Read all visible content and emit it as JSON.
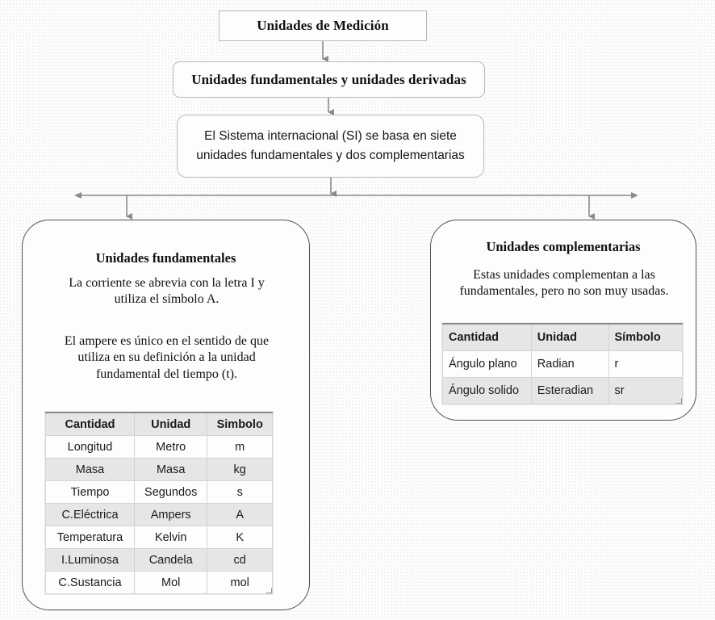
{
  "diagram": {
    "title": "Unidades de Medición",
    "root": {
      "label": "Unidades de Medición"
    },
    "level2": {
      "label": "Unidades fundamentales y unidades derivadas"
    },
    "level3": {
      "line1": "El Sistema internacional (SI) se basa en siete",
      "line2": "unidades fundamentales y dos complementarias"
    },
    "branches": {
      "left": {
        "heading": "Unidades fundamentales",
        "paragraph1_line1": "La corriente se abrevia con la letra I y",
        "paragraph1_line2": "utiliza el símbolo A.",
        "paragraph2_line1": "El ampere es único en el sentido de que",
        "paragraph2_line2": "utiliza en su definición a la unidad",
        "paragraph2_line3": "fundamental del tiempo (t).",
        "table": {
          "headers": [
            "Cantidad",
            "Unidad",
            "Simbolo"
          ],
          "rows": [
            [
              "Longitud",
              "Metro",
              "m"
            ],
            [
              "Masa",
              "Masa",
              "kg"
            ],
            [
              "Tiempo",
              "Segundos",
              "s"
            ],
            [
              "C.Eléctrica",
              "Ampers",
              "A"
            ],
            [
              "Temperatura",
              "Kelvin",
              "K"
            ],
            [
              "I.Luminosa",
              "Candela",
              "cd"
            ],
            [
              "C.Sustancia",
              "Mol",
              "mol"
            ]
          ]
        }
      },
      "right": {
        "heading": "Unidades complementarias",
        "paragraph1_line1": "Estas unidades complementan a las",
        "paragraph1_line2": "fundamentales, pero no son muy usadas.",
        "table": {
          "headers": [
            "Cantidad",
            "Unidad",
            "Símbolo"
          ],
          "rows": [
            [
              "Ángulo plano",
              "Radian",
              "r"
            ],
            [
              "Ángulo solido",
              "Esteradian",
              "sr"
            ]
          ]
        }
      }
    },
    "colors": {
      "background": "#fdfdfd",
      "box_border": "#b9b9b9",
      "panel_border": "#4f4f4f",
      "connector": "#8a8a8a",
      "table_header_bg": "#e6e6e6",
      "table_alt_row_bg": "#e6e6e6",
      "table_grid": "#d4d4d4",
      "text": "#101010"
    }
  }
}
